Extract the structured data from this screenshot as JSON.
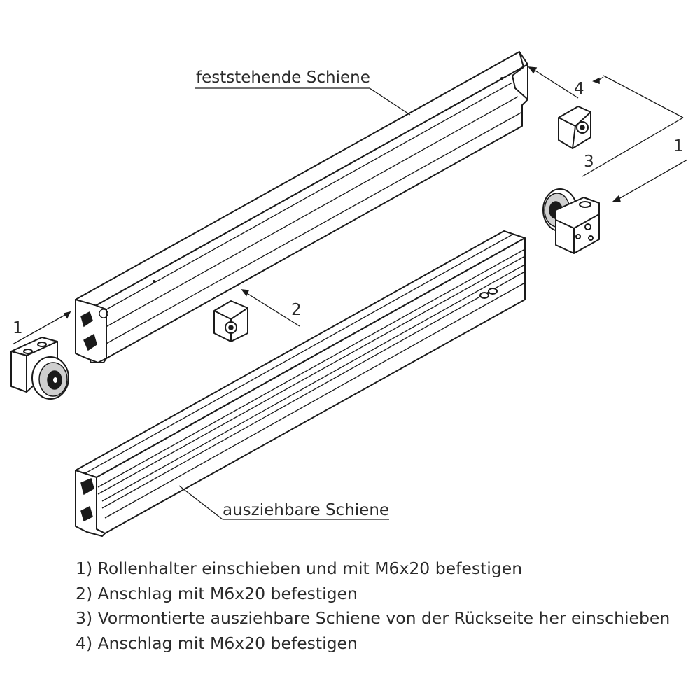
{
  "labels": {
    "fixed_rail": "feststehende Schiene",
    "extendable_rail": "ausziehbare Schiene"
  },
  "callouts": {
    "roller_left": "1",
    "stop_middle": "2",
    "rear_insert": "3",
    "stop_right": "4",
    "roller_right": "1"
  },
  "instructions": [
    "1) Rollenhalter einschieben und mit M6x20 befestigen",
    "2) Anschlag mit M6x20 befestigen",
    "3) Vormontierte ausziehbare Schiene von der Rückseite her einschieben",
    "4) Anschlag mit M6x20 befestigen"
  ]
}
